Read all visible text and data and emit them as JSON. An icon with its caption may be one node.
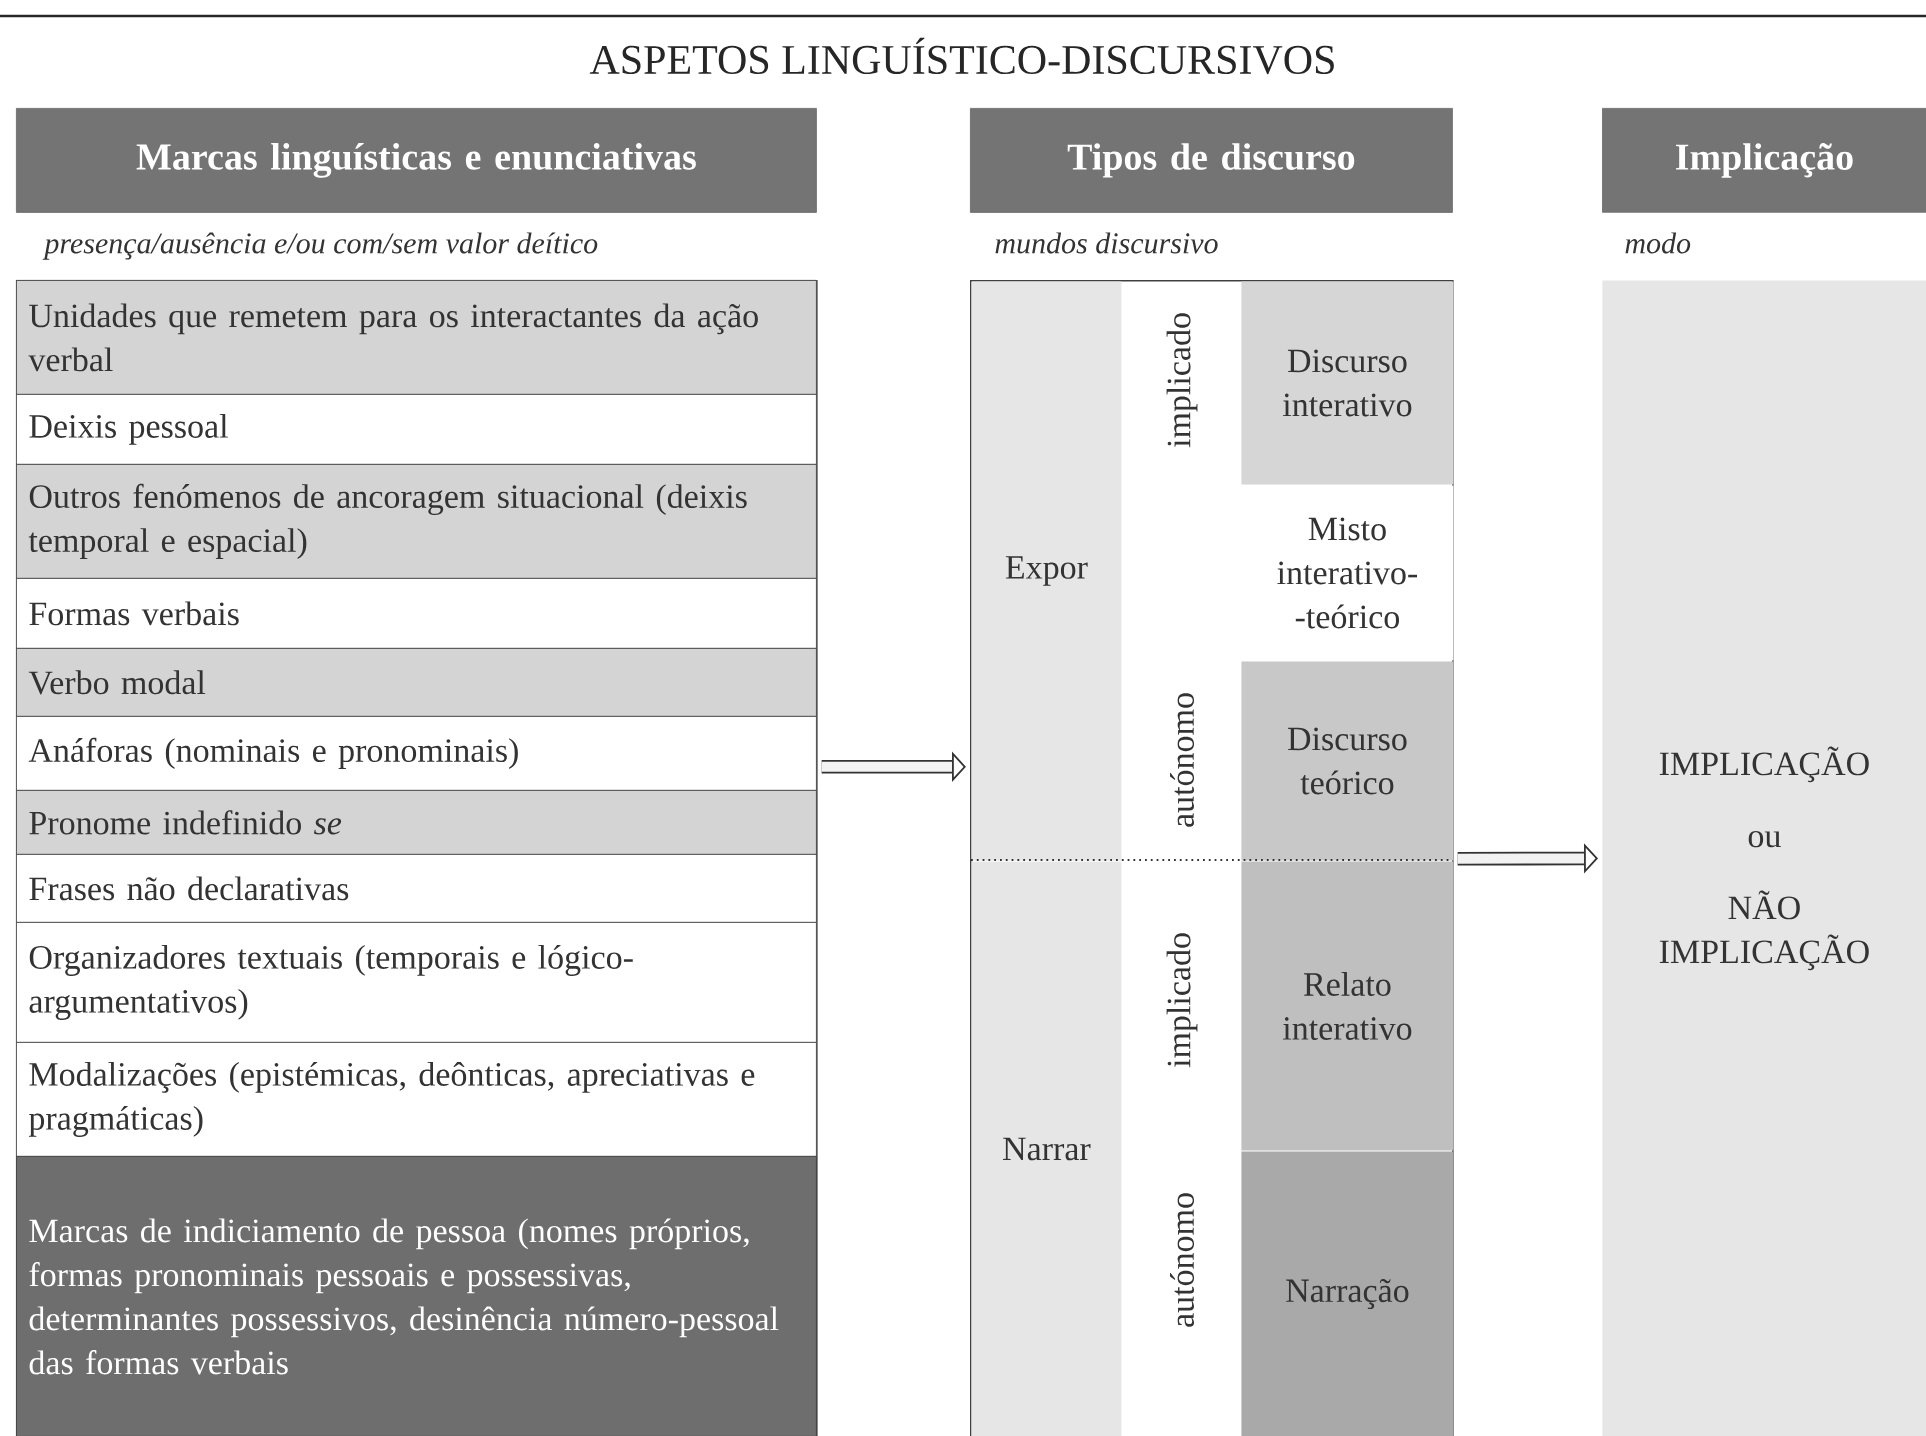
{
  "diagram": {
    "title": "ASPETOS LINGUÍSTICO-DISCURSIVOS",
    "nodes": [
      {
        "text": [
          "Marcas linguísticas e enunciativas"
        ],
        "beside": [
          "presença/ausência e/ou com/sem valor deítico"
        ]
      },
      {
        "text": [],
        "shape": "box"
      },
      {
        "text": [
          "Unidades que remetem para os interactantes da ação verbal"
        ],
        "in": 1
      },
      {
        "text": [
          "Deixis pessoal"
        ],
        "in": 1
      },
      {
        "text": [
          "Outros fenómenos de ancoragem situacional (deixis temporal e espacial)"
        ],
        "in": 1
      },
      {
        "text": [
          "Formas verbais"
        ],
        "in": 1
      },
      {
        "text": [
          "Verbo modal"
        ],
        "in": 1
      },
      {
        "text": [
          "Anáforas (nominais e pronominais)"
        ],
        "in": 1
      },
      {
        "text": [
          "Pronome indefinido *se*"
        ],
        "in": 1
      },
      {
        "text": [
          "Frases não declarativas"
        ],
        "in": 1
      },
      {
        "text": [
          "Organizadores textuais (temporais e lógico-argumentativos)"
        ],
        "in": 1
      },
      {
        "text": [
          "Modalizações (epistémicas, deônticas, apreciativas e pragmáticas)"
        ],
        "in": 1
      },
      {
        "text": [
          "Marcas de indiciamento de pessoa (nomes próprios, formas pronominais pessoais e possessivas, determinantes possessivos, desinência número-pessoal das formas verbais"
        ],
        "in": 1
      },
      {
        "text": [
          "Tipos de discurso"
        ],
        "beside": [
          "mundos discursivo"
        ]
      },
      {
        "text": [],
        "shape": "box"
      },
      {
        "text": [
          "Expor"
        ],
        "in": 14
      },
      {
        "text": [
          "Narrar"
        ],
        "in": 14
      },
      {
        "text": [
          "Discurso interativo"
        ],
        "in": 14
      },
      {
        "text": [
          "Misto interativo- -teórico"
        ],
        "in": 14
      },
      {
        "text": [
          "Discurso teórico"
        ],
        "in": 14
      },
      {
        "text": [
          "Relato interativo"
        ],
        "in": 14
      },
      {
        "text": [
          "Narração"
        ],
        "in": 14
      },
      {
        "text": [
          "Implicação"
        ],
        "beside": [
          "modo"
        ]
      },
      {
        "text": [
          "IMPLICAÇÃO",
          "ou",
          "NÃO IMPLICAÇÃO"
        ]
      }
    ],
    "edges": [
      {
        "from": 1,
        "to": 14,
        "arrow": "to"
      },
      {
        "from": 14,
        "to": 23,
        "arrow": "to"
      }
    ],
    "labels": [
      "implicado",
      "autónomo",
      "implicado",
      "autónomo"
    ]
  }
}
